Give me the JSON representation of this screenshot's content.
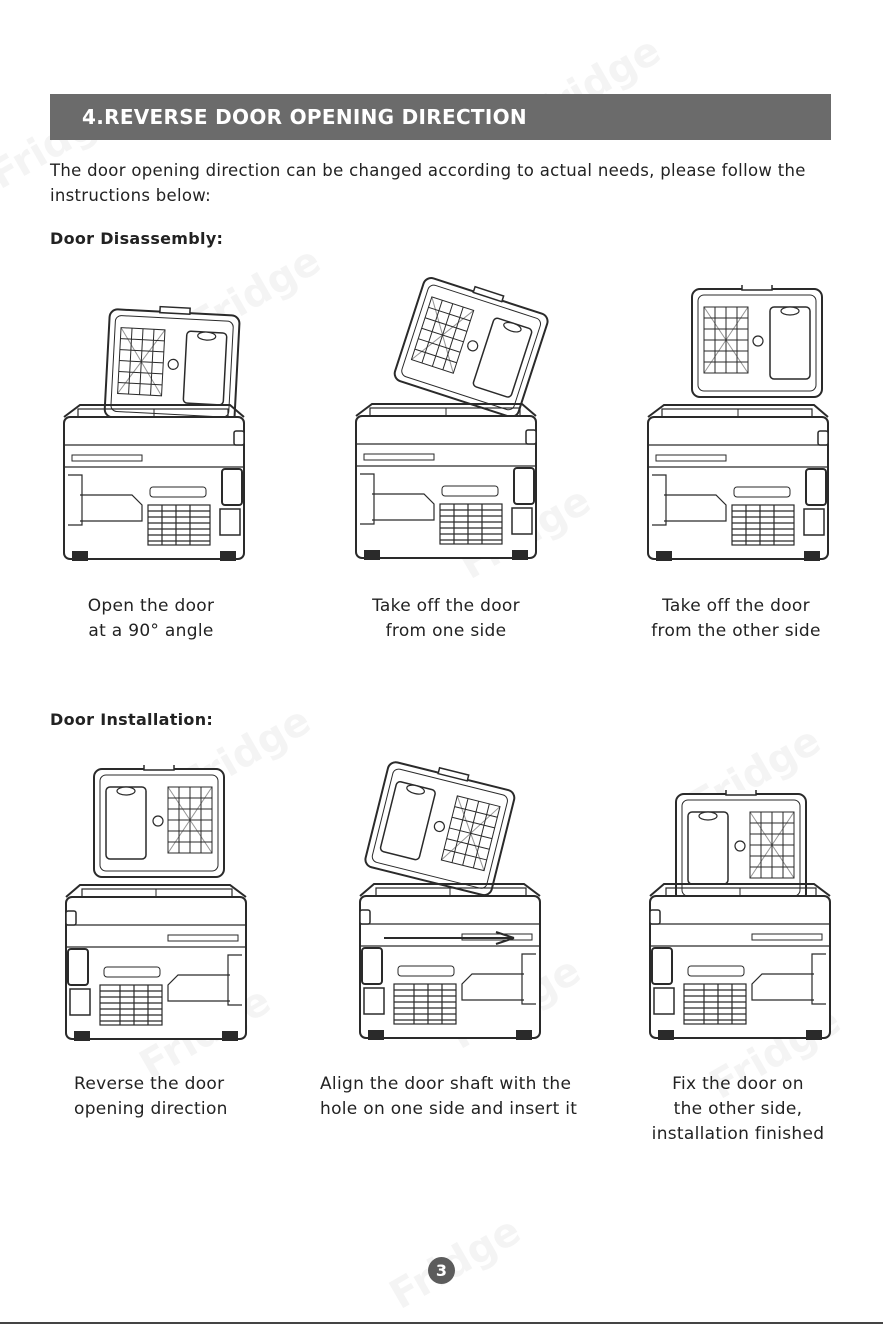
{
  "header": {
    "title": "4.REVERSE DOOR OPENING DIRECTION"
  },
  "intro": "The door opening direction can be changed according to actual needs, please follow the instructions below:",
  "sections": {
    "disassembly": {
      "heading": "Door Disassembly:",
      "steps": [
        {
          "caption": "Open the door\nat a 90° angle"
        },
        {
          "caption": "Take off the door\nfrom one side"
        },
        {
          "caption": "Take off the door\nfrom the other side"
        }
      ]
    },
    "installation": {
      "heading": "Door Installation:",
      "steps": [
        {
          "caption": "Reverse the door\nopening direction"
        },
        {
          "caption": "Align the door shaft with the\nhole on one side and insert it"
        },
        {
          "caption": "Fix the door on\nthe other side,\ninstallation finished"
        }
      ]
    }
  },
  "watermark": "Fridge",
  "page_number": "3",
  "colors": {
    "header_bg": "#6b6b6b",
    "line_art": "#2a2a2a",
    "page_badge": "#5c5c5c"
  },
  "icons": {
    "fridge_illustration": "portable-fridge-line-art"
  }
}
